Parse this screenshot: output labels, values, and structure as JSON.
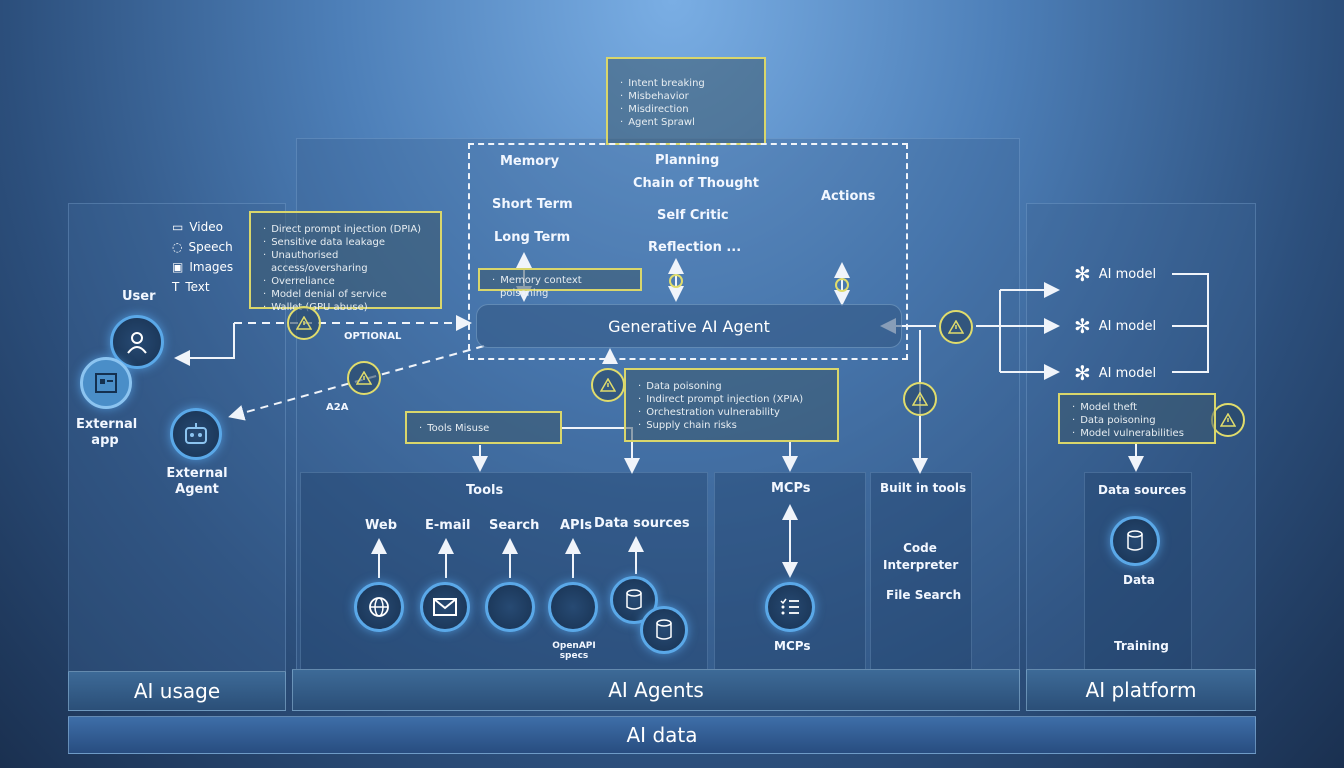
{
  "top_box": {
    "items": [
      "Intent breaking",
      "Misbehavior",
      "Misdirection",
      "Agent Sprawl"
    ]
  },
  "usage": {
    "inputs": [
      {
        "icon": "video-icon",
        "label": "Video"
      },
      {
        "icon": "speech-icon",
        "label": "Speech"
      },
      {
        "icon": "images-icon",
        "label": "Images"
      },
      {
        "icon": "text-icon",
        "label": "Text"
      }
    ],
    "threats": [
      "Direct prompt injection (DPIA)",
      "Sensitive data leakage",
      "Unauthorised access/oversharing",
      "Overreliance",
      "Model denial of service",
      "Wallet (GPU abuse)"
    ],
    "user": "User",
    "external_app": "External app",
    "external_agent": "External Agent",
    "optional": "OPTIONAL",
    "a2a": "A2A"
  },
  "agent": {
    "memory": "Memory",
    "short_term": "Short Term",
    "long_term": "Long Term",
    "memory_threat": "Memory context poisoning",
    "planning": "Planning",
    "chain_of_thought": "Chain of Thought",
    "self_critic": "Self Critic",
    "reflection": "Reflection ...",
    "actions": "Actions",
    "generative_agent": "Generative AI Agent",
    "tools_misuse": "Tools Misuse",
    "data_threats": [
      "Data poisoning",
      "Indirect prompt injection (XPIA)",
      "Orchestration vulnerability",
      "Supply chain risks"
    ]
  },
  "tools": {
    "title": "Tools",
    "items": [
      "Web",
      "E-mail",
      "Search",
      "APIs",
      "Data sources"
    ],
    "openapi": "OpenAPI specs"
  },
  "mcps": {
    "title": "MCPs",
    "label": "MCPs"
  },
  "builtin": {
    "title": "Built in tools",
    "code": "Code Interpreter",
    "file_search": "File Search"
  },
  "platform": {
    "models": [
      "AI model",
      "AI model",
      "AI model"
    ],
    "threats": [
      "Model theft",
      "Data poisoning",
      "Model vulnerabilities"
    ],
    "data_sources": "Data sources",
    "data": "Data",
    "training": "Training"
  },
  "footer": {
    "usage": "AI usage",
    "agents": "AI Agents",
    "platform": "AI platform",
    "data": "AI data"
  }
}
